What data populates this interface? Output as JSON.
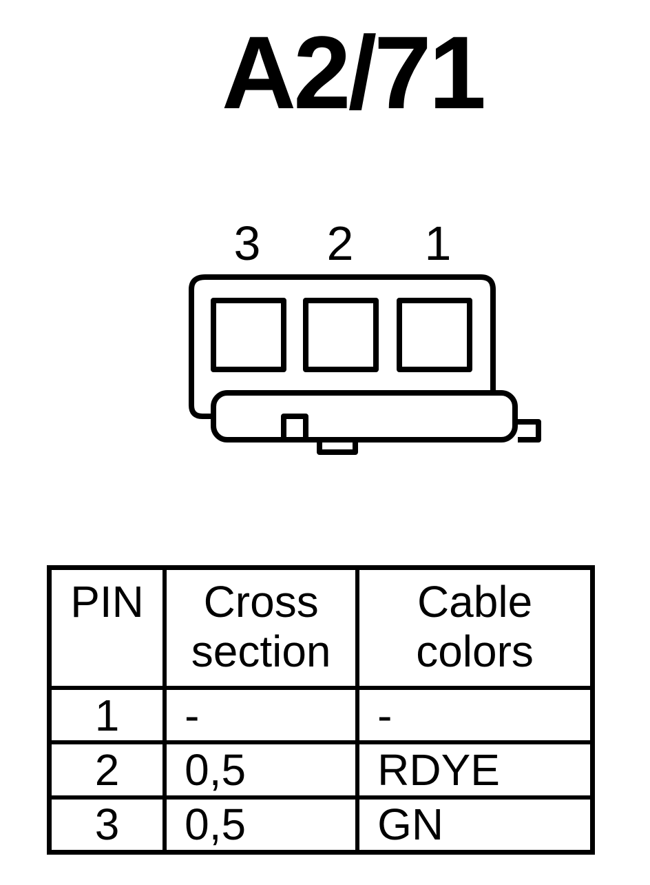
{
  "title": "A2/71",
  "connector": {
    "pin_labels": [
      "3",
      "2",
      "1"
    ]
  },
  "table": {
    "headers": {
      "pin": "PIN",
      "cross_section_line1": "Cross",
      "cross_section_line2": "section",
      "cable_colors_line1": "Cable",
      "cable_colors_line2": "colors"
    },
    "rows": [
      {
        "pin": "1",
        "cross_section": "-",
        "cable_color": "-"
      },
      {
        "pin": "2",
        "cross_section": "0,5",
        "cable_color": "RDYE"
      },
      {
        "pin": "3",
        "cross_section": "0,5",
        "cable_color": "GN"
      }
    ]
  }
}
